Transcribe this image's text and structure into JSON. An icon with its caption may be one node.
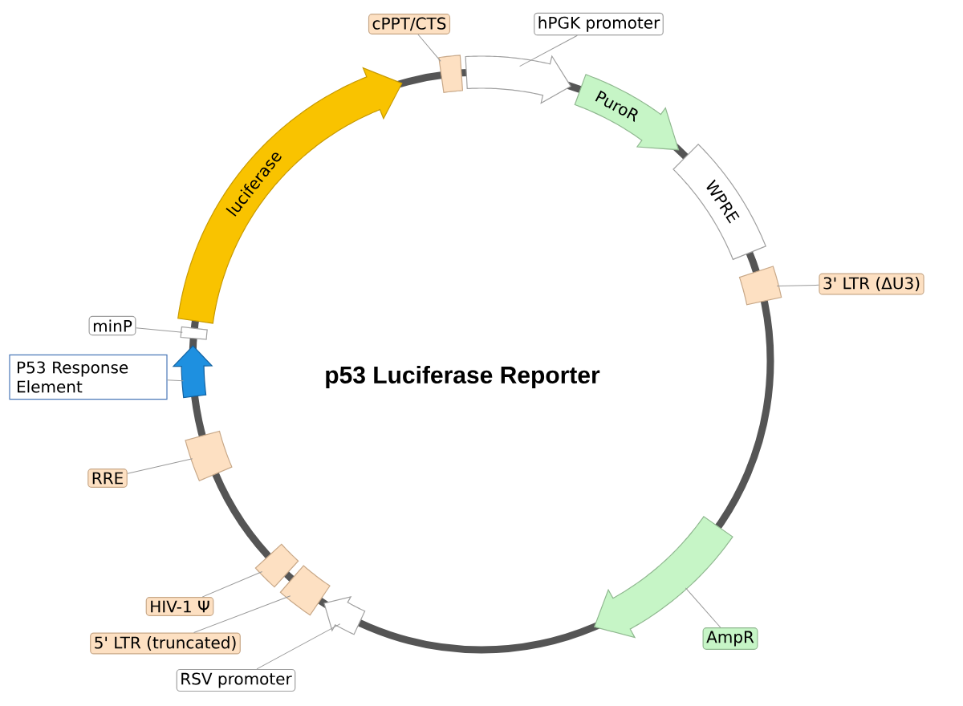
{
  "diagram": {
    "title": "p53 Luciferase Reporter",
    "nodes": [
      {
        "text": [
          "cPPT/CTS"
        ]
      },
      {
        "text": [],
        "shape": "box"
      },
      {
        "text": [
          "hPGK promoter"
        ]
      },
      {
        "text": [],
        "shape": "arrow"
      },
      {
        "text": [
          "luciferase"
        ]
      },
      {
        "text": [
          "PuroR"
        ]
      },
      {
        "text": [
          "WPRE"
        ]
      },
      {
        "text": [
          "3' LTR (ΔU3)"
        ]
      },
      {
        "text": [],
        "shape": "box"
      },
      {
        "text": [
          "minP"
        ]
      },
      {
        "text": [],
        "shape": "box"
      },
      {
        "text": [
          "P53 Response Element"
        ]
      },
      {
        "text": [],
        "shape": "arrow"
      },
      {
        "text": [
          "RRE"
        ]
      },
      {
        "text": [],
        "shape": "box"
      },
      {
        "text": [
          "HIV-1 Ψ"
        ]
      },
      {
        "text": [],
        "shape": "box"
      },
      {
        "text": [
          "5' LTR (truncated)"
        ]
      },
      {
        "text": [],
        "shape": "box"
      },
      {
        "text": [
          "RSV promoter"
        ]
      },
      {
        "text": [],
        "shape": "arrow"
      },
      {
        "text": [],
        "shape": "arrow"
      },
      {
        "text": [
          "AmpR"
        ]
      }
    ],
    "edges": [
      {
        "from": 0,
        "to": 1,
        "arrow": "none"
      },
      {
        "from": 2,
        "to": 3,
        "arrow": "none"
      },
      {
        "from": 7,
        "to": 8,
        "arrow": "none"
      },
      {
        "from": 9,
        "to": 10,
        "arrow": "none"
      },
      {
        "from": 11,
        "to": 12,
        "arrow": "none"
      },
      {
        "from": 13,
        "to": 14,
        "arrow": "none"
      },
      {
        "from": 15,
        "to": 16,
        "arrow": "none"
      },
      {
        "from": 17,
        "to": 18,
        "arrow": "none"
      },
      {
        "from": 19,
        "to": 20,
        "arrow": "none"
      },
      {
        "from": 22,
        "to": 21,
        "arrow": "none"
      }
    ]
  }
}
